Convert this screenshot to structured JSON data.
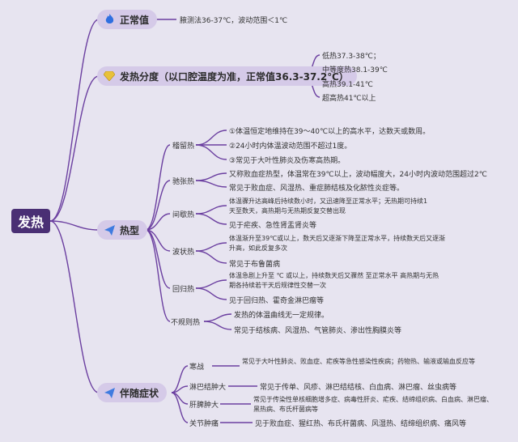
{
  "root": {
    "label": "发热"
  },
  "normal": {
    "label": "正常值",
    "icon": "flame-icon",
    "detail": "腋测法36-37℃，波动范围＜1℃"
  },
  "grade": {
    "label": "发热分度（以口腔温度为准，正常值36.3-37.2℃）",
    "icon": "gem-icon",
    "items": [
      "低热37.3-38℃；",
      "中等度热38.1-39℃",
      "高热39.1-41℃",
      "超高热41℃以上"
    ]
  },
  "fever_type": {
    "label": "热型",
    "icon": "paper-plane-icon",
    "subtypes": [
      {
        "name": "稽留热",
        "details": [
          "①体温恒定地维持在39～40℃以上的高水平，达数天或数周。",
          "②24小时内体温波动范围不超过1度。",
          "③常见于大叶性肺炎及伤寒高热期。"
        ]
      },
      {
        "name": "驰张热",
        "details": [
          "又称败血症热型，体温常在39℃以上，波动幅度大，24小时内波动范围超过2℃",
          "常见于败血症、风湿热、重症肺结核及化脓性炎症等。"
        ]
      },
      {
        "name": "间歇热",
        "details": [
          "体温骤升达高峰后持续数小时，又迅速降至正常水平；无热期可持续1天至数天，高热期与无热期反复交替出现",
          "见于疟疾、急性肾盂肾炎等"
        ]
      },
      {
        "name": "波状热",
        "details": [
          "体温渐升至39℃或以上，数天后又逐渐下降至正常水平，持续数天后又逐渐升高，如此反复多次",
          "常见于布鲁菌病"
        ]
      },
      {
        "name": "回归热",
        "details": [
          "体温急剧上升至 ℃ 或以上，持续数天后又骤然 至正常水平 高热期与无热期各持续若干天后规律性交替一次",
          "见于回归热、霍奇金淋巴瘤等"
        ]
      },
      {
        "name": "不规则热",
        "details": [
          "发热的体温曲线无一定规律。",
          "常见于结核病、风湿热、气管肺炎、渗出性胸膜炎等"
        ]
      }
    ]
  },
  "symptoms": {
    "label": "伴随症状",
    "icon": "paper-plane-icon",
    "items": [
      {
        "name": "寒战",
        "detail": "常见于大叶性肺炎、败血症、疟疾等急性感染性疾病；药物热、输液或输血反应等"
      },
      {
        "name": "淋巴结肿大",
        "detail": "常见于传单、风疹、淋巴结结核、白血病、淋巴瘤、丝虫病等"
      },
      {
        "name": "肝脾肿大",
        "detail": "常见于传染性单核细胞增多症、病毒性肝炎、疟疾、结缔组织病、白血病、淋巴瘤、黑热病、布氏杆菌病等"
      },
      {
        "name": "关节肿痛",
        "detail": "见于败血症、猩红热、布氏杆菌病、风湿热、结缔组织病、痛风等"
      }
    ]
  },
  "colors": {
    "root_bg": "#4a2f74",
    "node_bg": "#d5cae8",
    "line": "#6b3fa0",
    "background": "#e7e4f0"
  }
}
